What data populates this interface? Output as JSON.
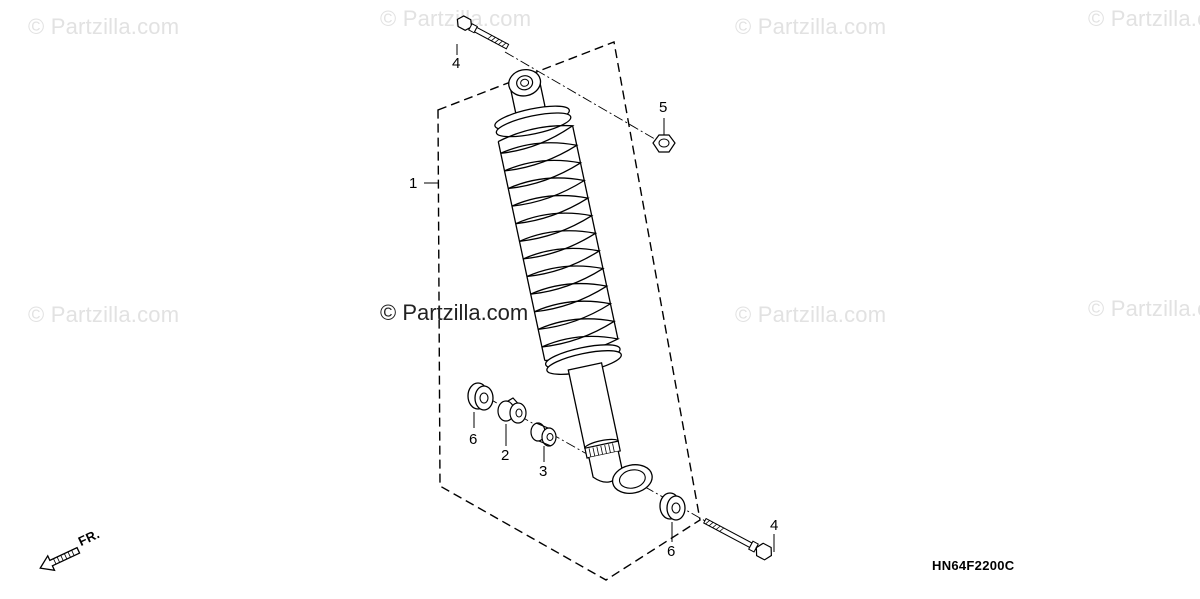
{
  "watermarks": {
    "faint": "© Partzilla.com",
    "main": "© Partzilla.com"
  },
  "callouts": {
    "c1": "1",
    "c2": "2",
    "c3": "3",
    "c4_top": "4",
    "c4_bottom": "4",
    "c5": "5",
    "c6_left": "6",
    "c6_right": "6"
  },
  "diagram_code": "HN64F2200C",
  "front_arrow_label": "FR."
}
